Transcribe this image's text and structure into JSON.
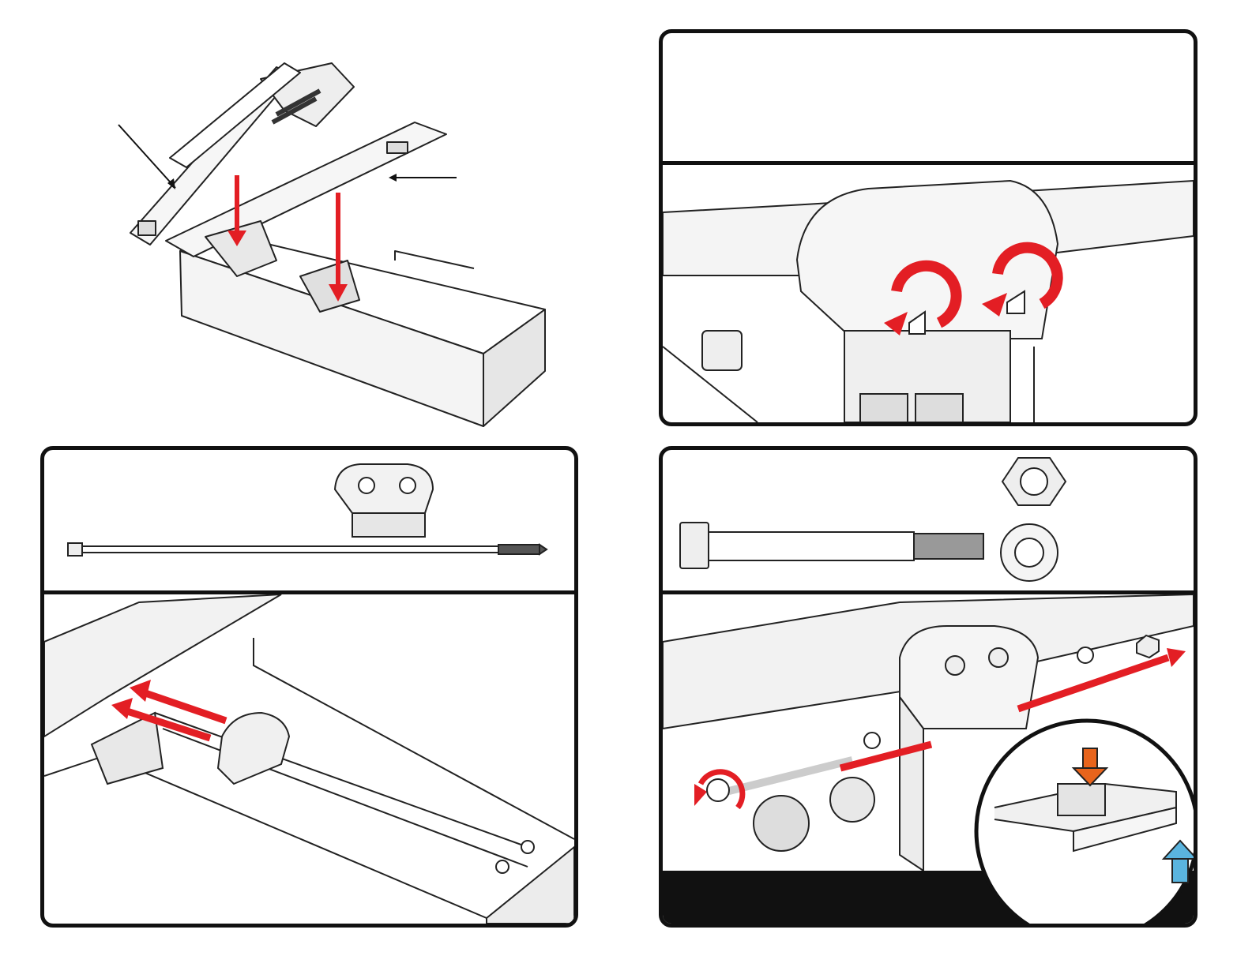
{
  "page": {
    "background": "#ffffff",
    "line_color": "#111111",
    "accent_red": "#e31e24",
    "accent_orange": "#e8641c",
    "accent_blue": "#5ab4de"
  },
  "overview": {
    "parts": [
      "left-arm-assembly",
      "right-arm-rail",
      "storage-box"
    ],
    "callouts": [
      "left-arm-pointer",
      "right-rail-pointer"
    ],
    "motion_arrows": [
      "down-arrow-left",
      "down-arrow-right"
    ]
  },
  "steps": [
    {
      "id": "step-rotate-bolts",
      "icons": [
        "rotate-counterclockwise-icon",
        "rotate-counterclockwise-icon"
      ]
    },
    {
      "id": "step-insert-long-bolts",
      "parts": [
        "long-bolt",
        "bracket-cap"
      ],
      "icons": [
        "insert-arrow-icon",
        "insert-arrow-icon"
      ]
    },
    {
      "id": "step-bolt-washer-nut",
      "parts": [
        "bolt",
        "hex-nut",
        "washer"
      ],
      "icons": [
        "through-arrow-icon",
        "rotate-icon",
        "down-arrow-icon",
        "up-arrow-icon"
      ]
    }
  ]
}
